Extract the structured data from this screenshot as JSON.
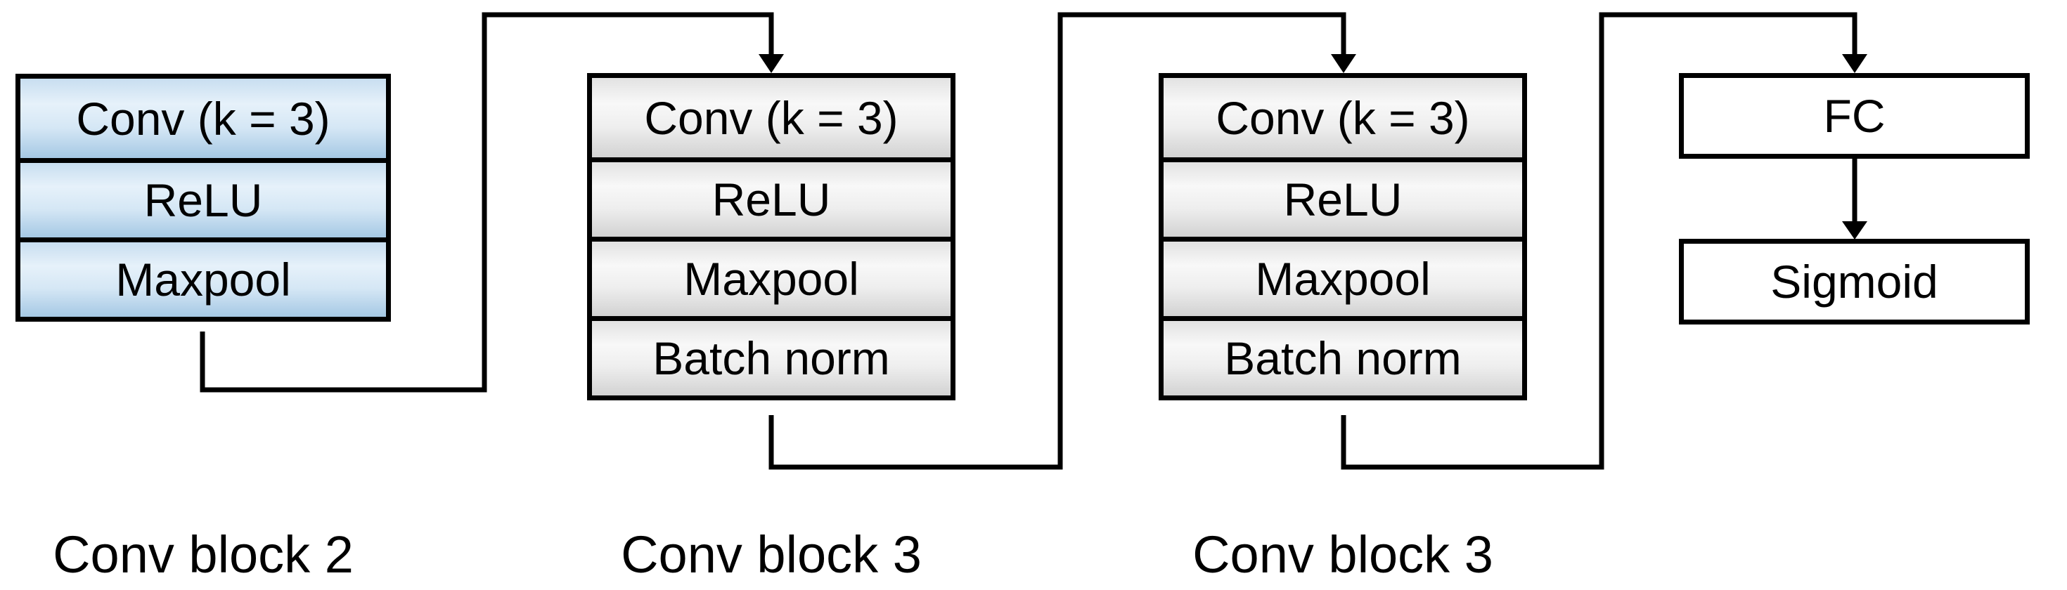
{
  "diagram": {
    "type": "cnn-architecture-flowchart",
    "blocks": [
      {
        "id": "conv-block-1",
        "variant": "blue",
        "rows": [
          "Conv (k = 3)",
          "ReLU",
          "Maxpool"
        ],
        "caption": "Conv block 2"
      },
      {
        "id": "conv-block-2",
        "variant": "gray",
        "rows": [
          "Conv (k = 3)",
          "ReLU",
          "Maxpool",
          "Batch norm"
        ],
        "caption": "Conv block 3"
      },
      {
        "id": "conv-block-3",
        "variant": "gray",
        "rows": [
          "Conv (k = 3)",
          "ReLU",
          "Maxpool",
          "Batch norm"
        ],
        "caption": "Conv block 3"
      },
      {
        "id": "fc-block",
        "variant": "white",
        "rows": [
          "FC"
        ],
        "caption": ""
      },
      {
        "id": "sigmoid-block",
        "variant": "white",
        "rows": [
          "Sigmoid"
        ],
        "caption": ""
      }
    ],
    "connections": [
      {
        "from": "conv-block-1",
        "to": "conv-block-2",
        "style": "bottom-right-up-over-down-arrow"
      },
      {
        "from": "conv-block-2",
        "to": "conv-block-3",
        "style": "bottom-right-up-over-down-arrow"
      },
      {
        "from": "conv-block-3",
        "to": "fc-block",
        "style": "bottom-right-up-over-down-arrow"
      },
      {
        "from": "fc-block",
        "to": "sigmoid-block",
        "style": "straight-down-arrow"
      }
    ],
    "colors": {
      "line": "#000000",
      "text": "#000000",
      "blue_gradient": [
        "#c8def0",
        "#e6f1fa",
        "#d5e7f5",
        "#a5c8e4"
      ],
      "gray_gradient": [
        "#e2e2e2",
        "#f8f8f8",
        "#eeeeee",
        "#d2d2d2"
      ],
      "white_fill": "#ffffff",
      "background": "#ffffff"
    }
  }
}
